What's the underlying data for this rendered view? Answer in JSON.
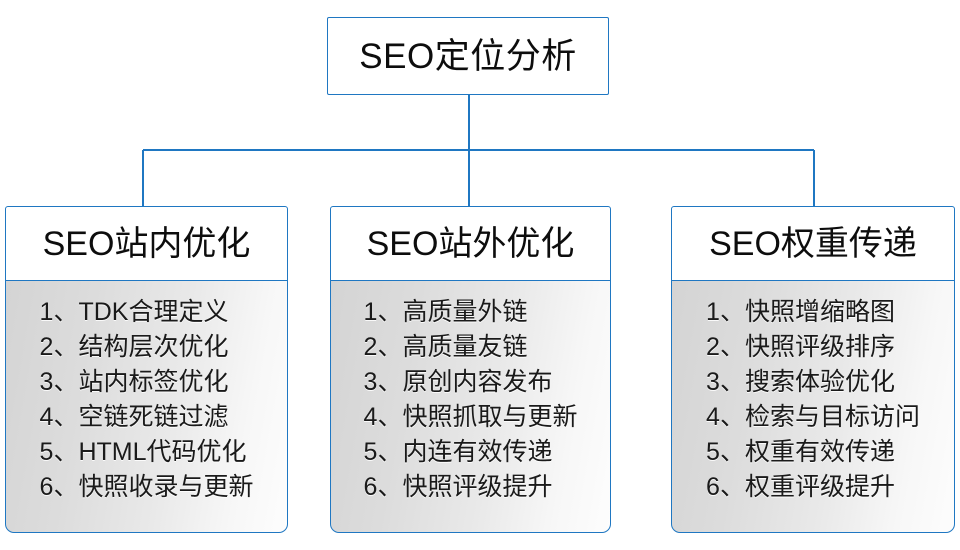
{
  "diagram": {
    "type": "org-tree",
    "accent_color": "#1f77c2",
    "text_color": "#0d0d0d",
    "body_gradient_from": "#d4d4d4",
    "body_gradient_to": "#fdfdfd",
    "root": {
      "label": "SEO定位分析"
    },
    "branches": [
      {
        "id": "seo-onsite",
        "header": "SEO站内优化",
        "items": [
          "1、TDK合理定义",
          "2、结构层次优化",
          "3、站内标签优化",
          "4、空链死链过滤",
          "5、HTML代码优化",
          "6、快照收录与更新"
        ]
      },
      {
        "id": "seo-offsite",
        "header": "SEO站外优化",
        "items": [
          "1、高质量外链",
          "2、高质量友链",
          "3、原创内容发布",
          "4、快照抓取与更新",
          "5、内连有效传递",
          "6、快照评级提升"
        ]
      },
      {
        "id": "seo-weight",
        "header": "SEO权重传递",
        "items": [
          "1、快照增缩略图",
          "2、快照评级排序",
          "3、搜索体验优化",
          "4、检索与目标访问",
          "5、权重有效传递",
          "6、权重评级提升"
        ]
      }
    ]
  }
}
